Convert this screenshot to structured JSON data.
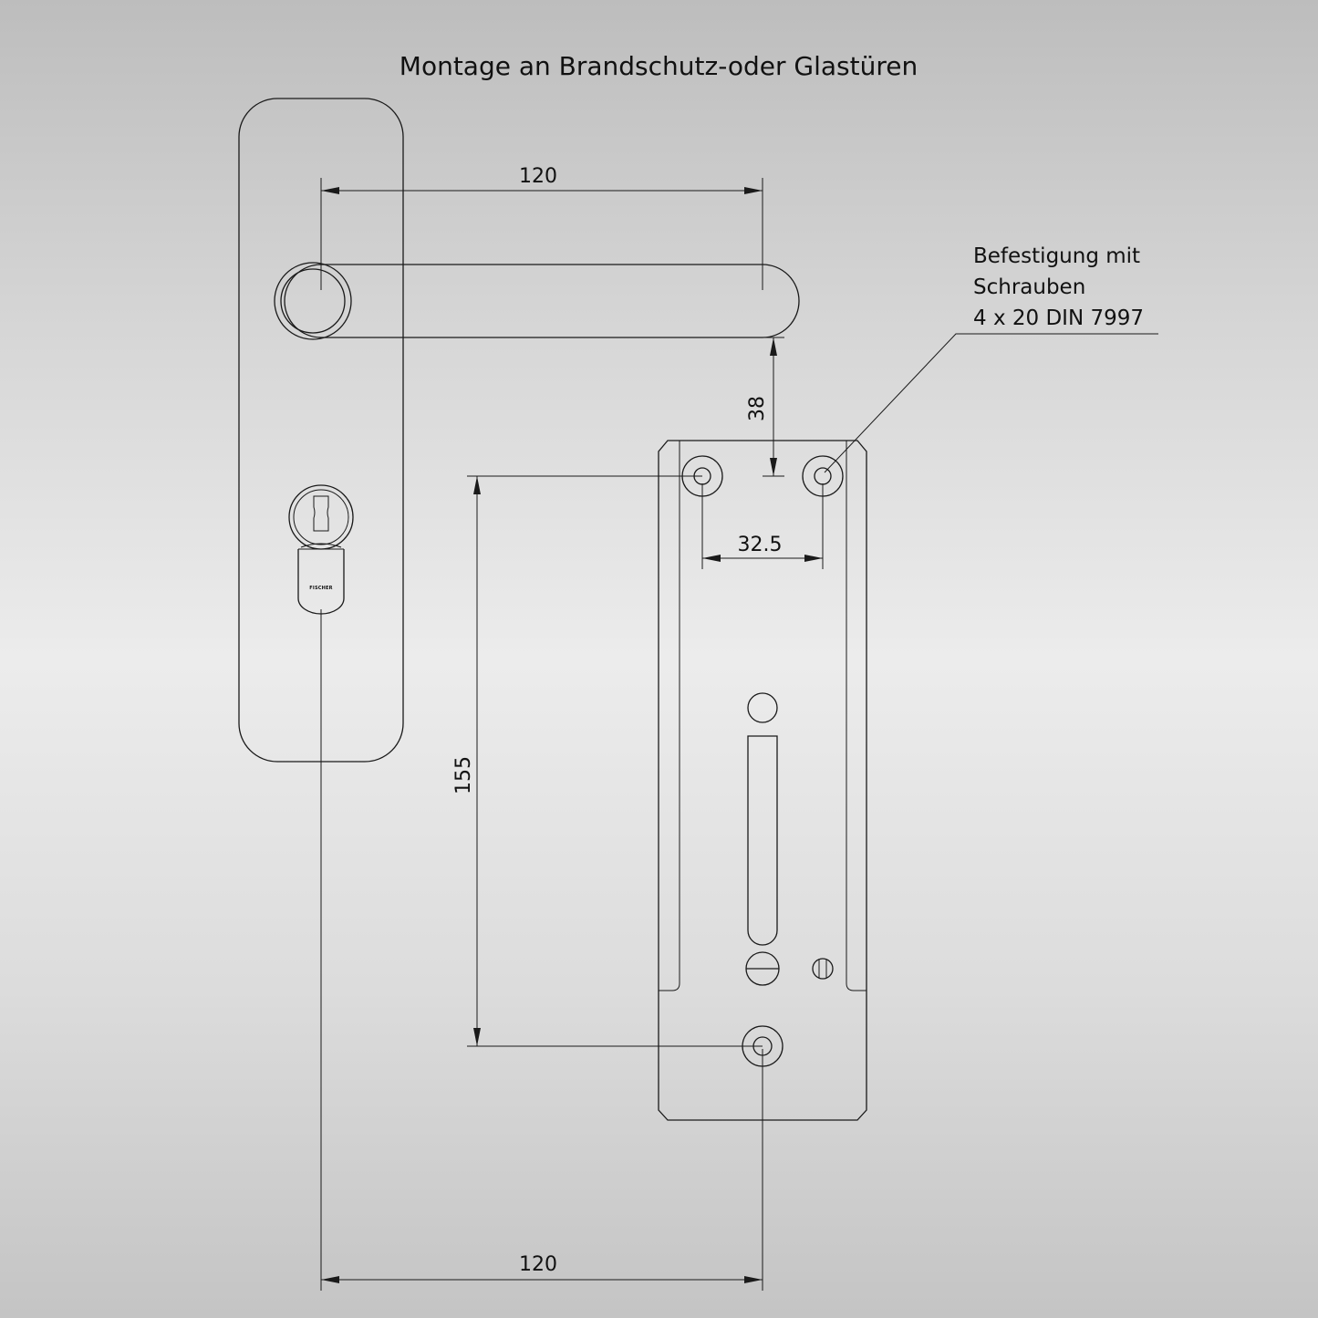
{
  "title": "Montage an Brandschutz-oder Glastüren",
  "dimensions": {
    "handle_length": "120",
    "handle_height": "38",
    "screw_spacing": "32.5",
    "vertical_spacing": "155",
    "bottom_spacing": "120"
  },
  "note": {
    "line1": "Befestigung mit",
    "line2": "Schrauben",
    "line3": "4 x 20 DIN 7997"
  },
  "cylinder_brand": "FISCHER",
  "colors": {
    "line": "#1a1a1a",
    "background_top": "#bdbdbd",
    "background_middle": "#ececec"
  }
}
